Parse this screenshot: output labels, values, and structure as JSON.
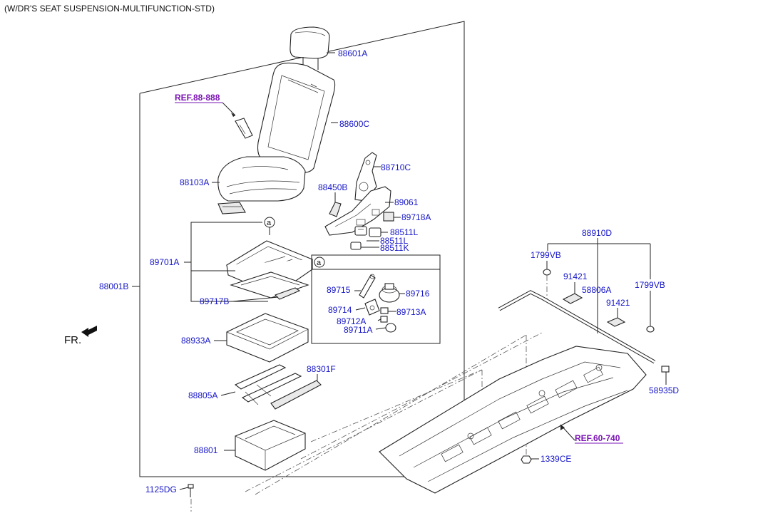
{
  "header": {
    "title": "(W/DR'S SEAT SUSPENSION-MULTIFUNCTION-STD)"
  },
  "direction_label": "FR.",
  "detail_marker": "a",
  "references": {
    "ref_88_888": "REF.88-888",
    "ref_60_740": "REF.60-740"
  },
  "parts": {
    "p88601A": "88601A",
    "p88600C": "88600C",
    "p88103A": "88103A",
    "p88710C": "88710C",
    "p88450B": "88450B",
    "p89061": "89061",
    "p89718A": "89718A",
    "p88511L_1": "88511L",
    "p88511L_2": "88511L",
    "p88511K": "88511K",
    "p89701A": "89701A",
    "p88001B": "88001B",
    "p89717B": "89717B",
    "p89715": "89715",
    "p89716": "89716",
    "p89714": "89714",
    "p89713A": "89713A",
    "p89712A": "89712A",
    "p89711A": "89711A",
    "p88933A": "88933A",
    "p88301F": "88301F",
    "p88805A": "88805A",
    "p88801": "88801",
    "p1125DG": "1125DG",
    "p88910D": "88910D",
    "p1799VB_1": "1799VB",
    "p1799VB_2": "1799VB",
    "p91421_1": "91421",
    "p91421_2": "91421",
    "p58806A": "58806A",
    "p58935D": "58935D",
    "p1339CE": "1339CE"
  }
}
